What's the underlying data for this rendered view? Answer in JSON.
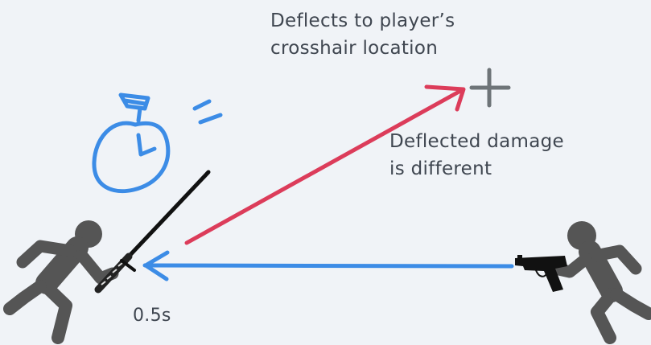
{
  "labels": {
    "deflect_target": [
      "Deflects to player’s",
      "crosshair location"
    ],
    "deflected_damage": [
      "Deflected damage",
      "is different"
    ],
    "timing": "0.5s"
  },
  "colors": {
    "background": "#f0f3f7",
    "figure": "#555555",
    "deflect_arrow": "#dc3c5a",
    "incoming_arrow": "#3c8ce6",
    "stopwatch": "#3c8ce6",
    "crosshair": "#6e7478",
    "katana": "#111111",
    "text": "#3f4650"
  },
  "icons": [
    "running-person-icon",
    "running-person-icon",
    "katana-icon",
    "pistol-icon",
    "stopwatch-icon",
    "crosshair-icon"
  ]
}
